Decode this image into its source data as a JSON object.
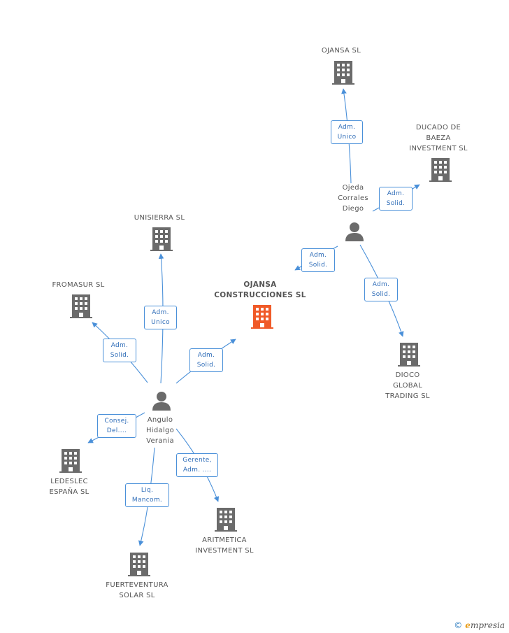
{
  "nodes": {
    "center": "OJANSA\nCONSTRUCCIONES SL",
    "ojansa": "OJANSA SL",
    "ducado": "DUCADO DE\nBAEZA\nINVESTMENT SL",
    "ojeda": "Ojeda\nCorrales\nDiego",
    "dioco": "DIOCO\nGLOBAL\nTRADING SL",
    "unisierra": "UNISIERRA SL",
    "fromasur": "FROMASUR SL",
    "angulo": "Angulo\nHidalgo\nVerania",
    "ledeslec": "LEDESLEC\nESPAÑA SL",
    "fuerteventura": "FUERTEVENTURA\nSOLAR SL",
    "aritmetica": "ARITMETICA\nINVESTMENT SL"
  },
  "edges": {
    "ojeda_ojansa": "Adm.\nUnico",
    "ojeda_ducado": "Adm.\nSolid.",
    "ojeda_center": "Adm.\nSolid.",
    "ojeda_dioco": "Adm.\nSolid.",
    "angulo_unisierra": "Adm.\nUnico",
    "angulo_fromasur": "Adm.\nSolid.",
    "angulo_center": "Adm.\nSolid.",
    "angulo_ledeslec": "Consej.\nDel....",
    "angulo_fuerteventura": "Liq.\nMancom.",
    "angulo_aritmetica": "Gerente,\nAdm. ...."
  },
  "brand": {
    "copyright": "©",
    "initial": "e",
    "rest": "mpresia"
  },
  "colors": {
    "building": "#6b6b6b",
    "center_building": "#f05a28",
    "person": "#6b6b6b",
    "edge": "#4a90d9"
  }
}
